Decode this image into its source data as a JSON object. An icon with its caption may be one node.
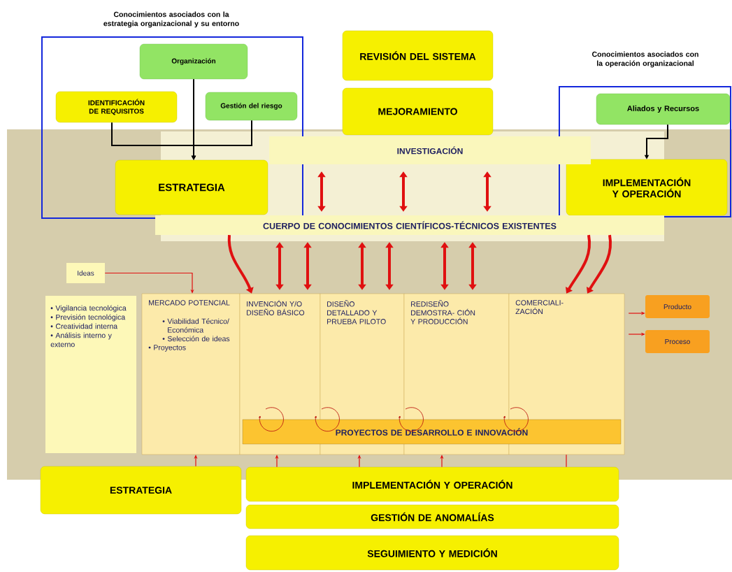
{
  "diagram": {
    "nodes": [
      {
        "text": [
          "Conocimientos asociados con la estrategia organizacional y su entorno"
        ]
      },
      {
        "text": [
          "Organización"
        ],
        "in": 0
      },
      {
        "text": [
          "IDENTIFICACIÓN DE REQUISITOS"
        ],
        "in": 0
      },
      {
        "text": [
          "Gestión del riesgo"
        ],
        "in": 0
      },
      {
        "text": [
          "ESTRATEGIA"
        ],
        "in": 0
      },
      {
        "text": [
          "REVISIÓN DEL SISTEMA"
        ]
      },
      {
        "text": [
          "MEJORAMIENTO"
        ]
      },
      {
        "text": [
          "Conocimientos asociados con la operación organizacional"
        ]
      },
      {
        "text": [
          "Aliados y Recursos"
        ],
        "in": 7
      },
      {
        "text": [
          "IMPLEMENTACIÓN Y OPERACIÓN"
        ],
        "in": 7
      },
      {
        "text": [
          "INVESTIGACIÓN"
        ]
      },
      {
        "text": [
          "CUERPO DE CONOCIMIENTOS CIENTÍFICOS-TÉCNICOS EXISTENTES"
        ]
      },
      {
        "text": [
          "Ideas"
        ]
      },
      {
        "text": [
          "• Vigilancia tecnológica",
          "• Previsión tecnológica",
          "• Creatividad interna",
          "• Análisis interno y externo"
        ]
      },
      {
        "text": [
          "MERCADO POTENCIAL",
          "• Viabilidad Técnico/ Económica",
          "• Selección de ideas",
          "• Proyectos"
        ]
      },
      {
        "text": [
          "INVENCIÓN Y/O DISEÑO BÁSICO"
        ]
      },
      {
        "text": [
          "DISEÑO DETALLADO Y PRUEBA PILOTO"
        ]
      },
      {
        "text": [
          "REDISEÑO DEMOSTRA- CIÓN Y PRODUCCIÓN"
        ]
      },
      {
        "text": [
          "COMERCIALI- ZACIÓN"
        ]
      },
      {
        "text": [
          "PROYECTOS DE DESARROLLO E INNOVACIÓN"
        ]
      },
      {
        "text": [
          "Producto"
        ]
      },
      {
        "text": [
          "Proceso"
        ]
      },
      {
        "text": [
          "ESTRATEGIA"
        ]
      },
      {
        "text": [
          "IMPLEMENTACIÓN Y OPERACIÓN"
        ]
      },
      {
        "text": [
          "GESTIÓN DE ANOMALÍAS"
        ]
      },
      {
        "text": [
          "SEGUIMIENTO Y MEDICIÓN"
        ]
      }
    ],
    "edges": [
      {
        "from": 1,
        "to": 4,
        "arrow": "to",
        "color": "#000000"
      },
      {
        "from": 2,
        "to": 4,
        "arrow": "to",
        "color": "#000000"
      },
      {
        "from": 3,
        "to": 4,
        "arrow": "to",
        "color": "#000000"
      },
      {
        "from": 8,
        "to": 9,
        "arrow": "to",
        "color": "#000000"
      },
      {
        "from": 10,
        "to": 11,
        "arrow": "both",
        "style": "thick"
      },
      {
        "from": 10,
        "to": 11,
        "arrow": "both",
        "style": "thick"
      },
      {
        "from": 10,
        "to": 11,
        "arrow": "both",
        "style": "thick"
      },
      {
        "from": 11,
        "to": 15,
        "arrow": "both",
        "style": "thick"
      },
      {
        "from": 11,
        "to": 15,
        "arrow": "both",
        "style": "thick"
      },
      {
        "from": 11,
        "to": 16,
        "arrow": "both",
        "style": "thick"
      },
      {
        "from": 11,
        "to": 16,
        "arrow": "both",
        "style": "thick"
      },
      {
        "from": 11,
        "to": 17,
        "arrow": "both",
        "style": "thick"
      },
      {
        "from": 11,
        "to": 17,
        "arrow": "both",
        "style": "thick"
      },
      {
        "from": 11,
        "to": 15,
        "arrow": "to",
        "style": "thick"
      },
      {
        "from": 11,
        "to": 18,
        "arrow": "to",
        "style": "thick"
      },
      {
        "from": 11,
        "to": 18,
        "arrow": "to",
        "style": "thick"
      },
      {
        "from": 12,
        "to": 14,
        "arrow": "to"
      },
      {
        "from": 18,
        "to": 20,
        "arrow": "to"
      },
      {
        "from": 18,
        "to": 21,
        "arrow": "to"
      },
      {
        "from": 22,
        "to": 14,
        "arrow": "to"
      },
      {
        "from": 23,
        "to": 15,
        "arrow": "to"
      },
      {
        "from": 23,
        "to": 16,
        "arrow": "to"
      },
      {
        "from": 23,
        "to": 17,
        "arrow": "to"
      },
      {
        "from": 23,
        "to": 18,
        "arrow": "none"
      }
    ]
  }
}
